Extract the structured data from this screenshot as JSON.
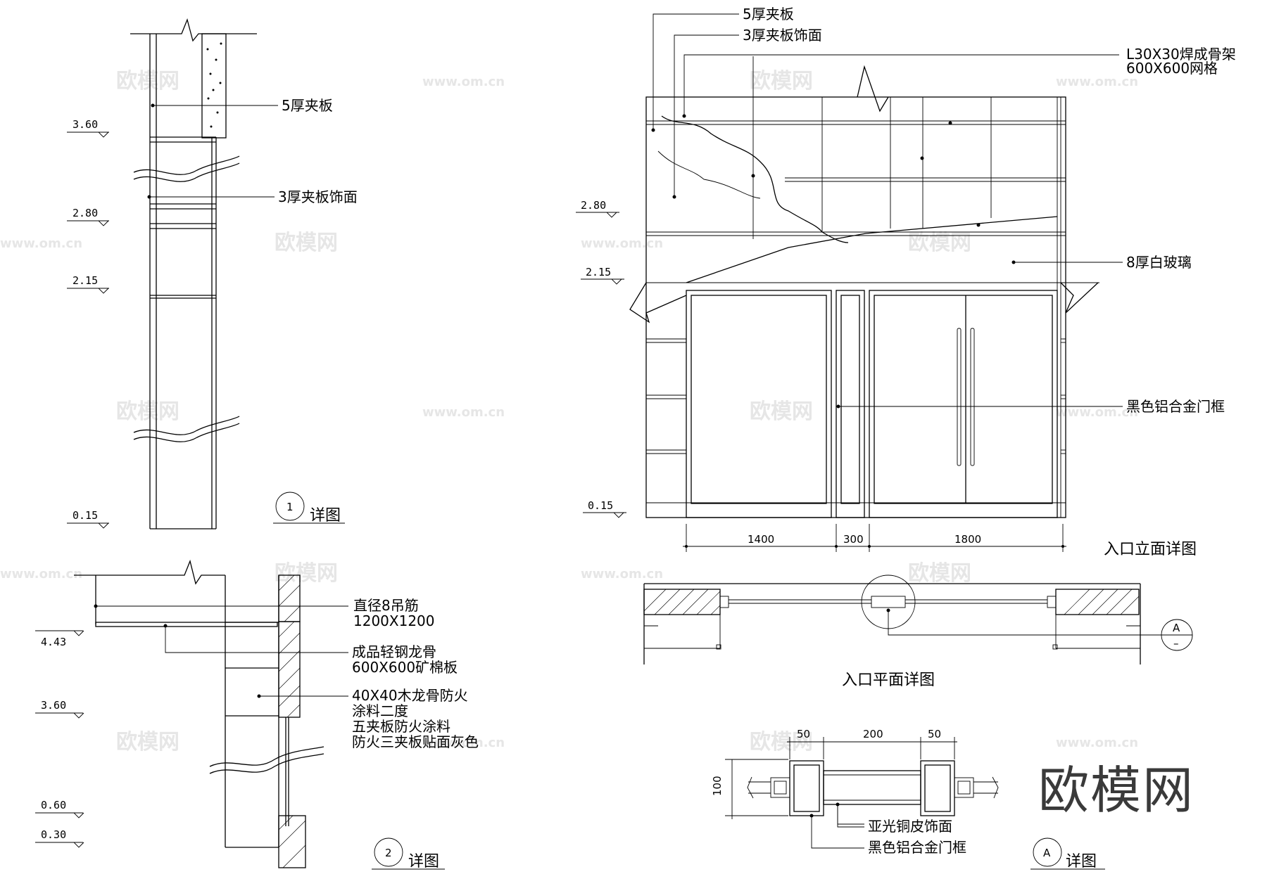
{
  "detail1": {
    "labels": [
      "5厚夹板",
      "3厚夹板饰面"
    ],
    "levels": [
      "3.60",
      "2.80",
      "2.15",
      "0.15"
    ],
    "badge": "1",
    "title": "详图"
  },
  "detail2": {
    "labels": [
      [
        "直径8吊筋",
        "1200X1200"
      ],
      [
        "成品轻钢龙骨",
        "600X600矿棉板"
      ],
      [
        "40X40木龙骨防火",
        "涂料二度",
        "五夹板防火涂料",
        "防火三夹板贴面灰色"
      ]
    ],
    "levels": [
      "4.43",
      "3.60",
      "0.60",
      "0.30"
    ],
    "badge": "2",
    "title": "详图"
  },
  "elevation": {
    "labels": [
      [
        "5厚夹板"
      ],
      [
        "3厚夹板饰面"
      ],
      [
        "L30X30焊成骨架",
        "600X600网格"
      ],
      [
        "8厚白玻璃"
      ],
      [
        "黑色铝合金门框"
      ]
    ],
    "levels": [
      "2.80",
      "2.15",
      "0.15"
    ],
    "dimensions": [
      "1400",
      "300",
      "1800"
    ],
    "title": "入口立面详图"
  },
  "plan": {
    "title": "入口平面详图",
    "section_marker": "A",
    "section_marker_sub": "–"
  },
  "detailA": {
    "dimensions": [
      "50",
      "200",
      "50",
      "100"
    ],
    "labels": [
      "亚光铜皮饰面",
      "黑色铝合金门框"
    ],
    "badge": "A",
    "title": "详图"
  },
  "watermark": {
    "text": "欧模网",
    "url": "www.om.cn"
  },
  "logo": "欧模网"
}
